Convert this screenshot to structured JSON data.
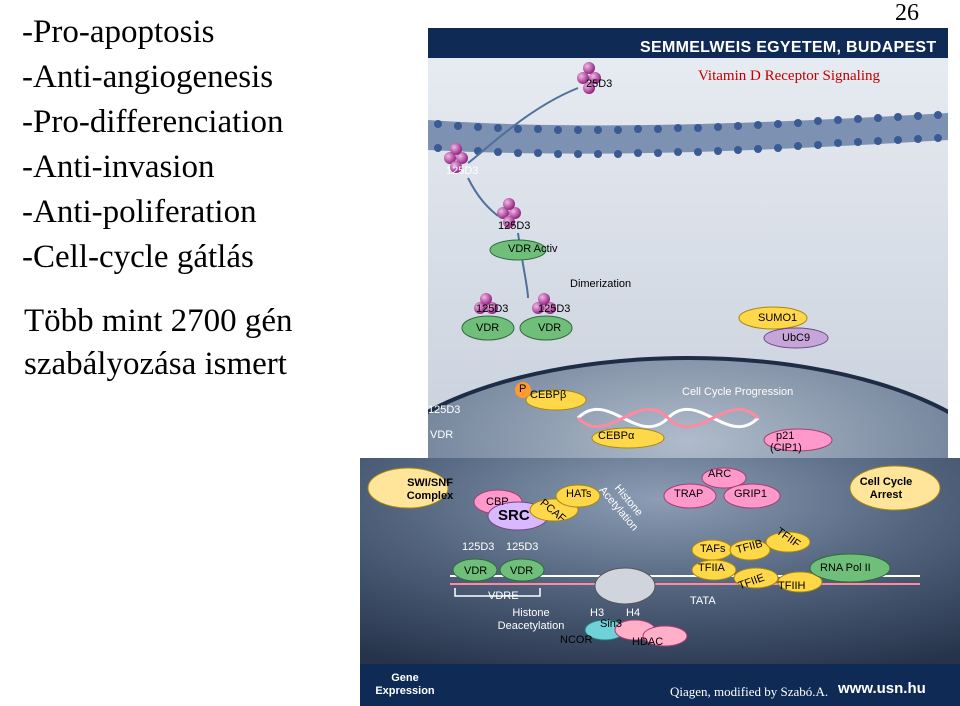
{
  "slide_number": "26",
  "bullets": [
    "-Pro-apoptosis",
    "-Anti-angiogenesis",
    "-Pro-differenciation",
    "-Anti-invasion",
    "-Anti-poliferation",
    "-Cell-cycle gátlás"
  ],
  "more_text": "Több mint 2700 gén szabályozása ismert",
  "figure": {
    "banner": "SEMMELWEIS EGYETEM, BUDAPEST",
    "pathway_title": "Vitamin D Receptor Signaling",
    "labels": {
      "ligand_outside": "25D3",
      "ligand_membrane": "125D3",
      "ligand_cyto": "125D3",
      "vdr_activ": "VDR Activ",
      "dimerization": "Dimerization",
      "dimer_ligand_1": "125D3",
      "dimer_ligand_2": "125D3",
      "dimer_vdr_1": "VDR",
      "dimer_vdr_2": "VDR",
      "sumo1": "SUMO1",
      "ubc9": "UbC9",
      "p": "P",
      "cebpb": "CEBPβ",
      "cell_cycle_progression": "Cell Cycle Progression",
      "left_125d3": "125D3",
      "left_vdr": "VDR",
      "cebpa": "CEBPα",
      "p21": "p21",
      "p21_sub": "(CIP1)",
      "swi_snf": "SWI/SNF Complex",
      "cbp": "CBP",
      "src": "SRC",
      "pcaf": "PCAF",
      "hat": "HATs",
      "histone_acetylation": "Histone Acetylation",
      "trap": "TRAP",
      "arc": "ARC",
      "grip1": "GRIP1",
      "cell_cycle_arrest": "Cell Cycle Arrest",
      "nuc_ligand_1": "125D3",
      "nuc_ligand_2": "125D3",
      "nuc_vdr_1": "VDR",
      "nuc_vdr_2": "VDR",
      "vdre": "VDRE",
      "histone_deacetylation": "Histone Deacetylation",
      "h3": "H3",
      "h4": "H4",
      "sin3": "Sin3",
      "ncor": "NCOR",
      "hdac": "HDAC",
      "tafs": "TAFs",
      "tfiib": "TFIIB",
      "tfiif": "TFIIF",
      "tfiia": "TFIIA",
      "tfiie": "TFIIE",
      "tfiih": "TFIIH",
      "rna_pol": "RNA Pol II",
      "tata": "TATA"
    },
    "gene_expression": "Gene Expression",
    "credit": "Qiagen, modified by Szabó.A.",
    "url": "www.usn.hu"
  }
}
